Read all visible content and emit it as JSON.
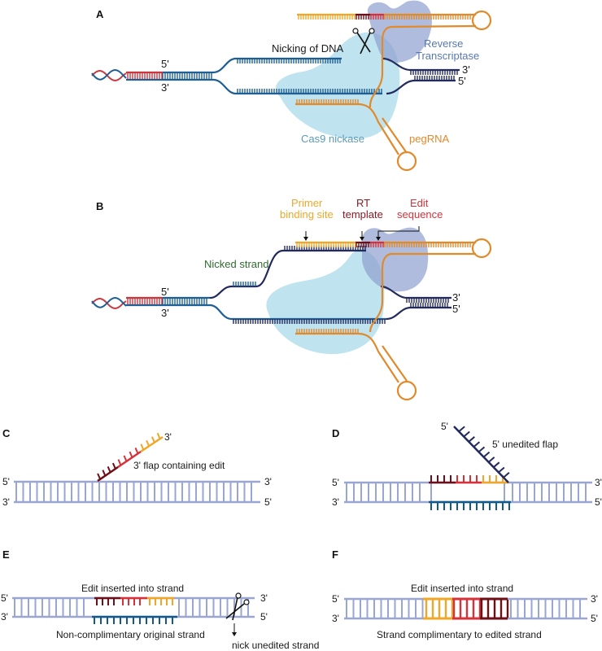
{
  "colors": {
    "dna_blue": "#1f5f93",
    "dna_navy": "#232a5e",
    "dna_red": "#c9373f",
    "dna_light_blue": "#4aa3c8",
    "pegrna_orange": "#e08a2c",
    "primer_yellow": "#efa729",
    "rt_dark_red": "#6d0f17",
    "edit_red": "#d7323a",
    "cas9_fill": "#a9d9ea",
    "rt_fill": "#8fa0cf",
    "duplex_lavender": "#9aa6d2",
    "original_teal": "#115a8a",
    "cas9_text": "#5b9bb6",
    "rt_text": "#5678b4",
    "peg_text": "#e08a2c",
    "primer_text": "#efa729",
    "rt_template_text": "#8a1a24",
    "edit_text": "#d7323a",
    "nicked_text": "#2f6b2f"
  },
  "panels": {
    "A": {
      "letter": "A",
      "five_prime": "5'",
      "three_prime": "3'",
      "right_three_prime": "3'",
      "right_five_prime": "5'",
      "nicking_label": "Nicking of DNA",
      "rt_label_line1": "Reverse",
      "rt_label_line2": "Transcriptase",
      "cas9_label": "Cas9 nickase",
      "pegrna_label": "pegRNA"
    },
    "B": {
      "letter": "B",
      "five_prime": "5'",
      "three_prime": "3'",
      "right_three_prime": "3'",
      "right_five_prime": "5'",
      "primer_line1": "Primer",
      "primer_line2": "binding site",
      "rt_line1": "RT",
      "rt_line2": "template",
      "edit_line1": "Edit",
      "edit_line2": "sequence",
      "nicked_label": "Nicked strand"
    },
    "C": {
      "letter": "C",
      "flap_end": "3'",
      "flap_label": "3' flap containing edit",
      "left_top": "5'",
      "left_bottom": "3'",
      "right_top": "3'",
      "right_bottom": "5'"
    },
    "D": {
      "letter": "D",
      "flap_end": "5'",
      "flap_label": "5' unedited flap",
      "left_top": "5'",
      "left_bottom": "3'",
      "right_top": "3'",
      "right_bottom": "5'"
    },
    "E": {
      "letter": "E",
      "top_label": "Edit inserted into strand",
      "bottom_label": "Non-complimentary original strand",
      "nick_label": "nick unedited strand",
      "left_top": "5'",
      "left_bottom": "3'",
      "right_top": "3'",
      "right_bottom": "5'"
    },
    "F": {
      "letter": "F",
      "top_label": "Edit inserted into strand",
      "bottom_label": "Strand complimentary to edited strand",
      "left_top": "5'",
      "left_bottom": "3'",
      "right_top": "3'",
      "right_bottom": "5'"
    }
  }
}
